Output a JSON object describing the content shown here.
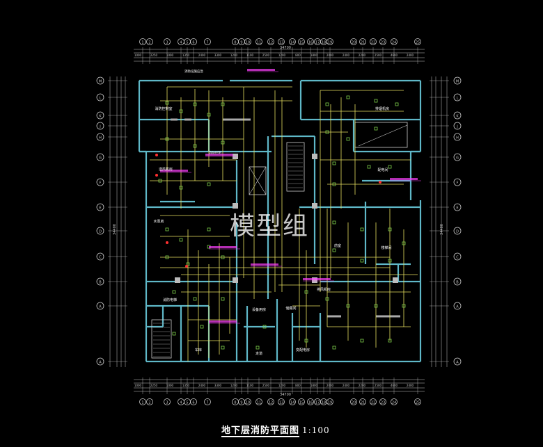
{
  "drawing": {
    "title": "地下层消防平面图",
    "scale": "1:100",
    "watermark": "模型组"
  },
  "axes": {
    "top_labels": [
      "1",
      "2",
      "3",
      "4",
      "5",
      "6",
      "7",
      "8",
      "9",
      "10",
      "11",
      "12",
      "13",
      "14",
      "15",
      "16",
      "17",
      "18",
      "19",
      "20",
      "21",
      "22",
      "23",
      "24",
      "25",
      "26",
      "27"
    ],
    "bottom_labels": [
      "1",
      "2",
      "3",
      "4",
      "5",
      "6",
      "7",
      "8",
      "9",
      "10",
      "11",
      "12",
      "13",
      "14",
      "15",
      "16",
      "17",
      "18",
      "19",
      "20",
      "21",
      "22",
      "23",
      "24",
      "25",
      "26",
      "27"
    ],
    "left_labels": [
      "M",
      "L",
      "K",
      "J",
      "H",
      "G",
      "F",
      "E",
      "D",
      "C",
      "B",
      "A"
    ],
    "right_labels": [
      "M",
      "L",
      "K",
      "J",
      "H",
      "G",
      "F",
      "E",
      "D",
      "C",
      "B",
      "A"
    ],
    "total_dimension": "34700",
    "left_total": "34400",
    "right_total": "34400"
  },
  "room_labels": [
    "消防控制室",
    "排烟机房",
    "送风机房",
    "配电间",
    "水泵房",
    "楼梯间",
    "前室",
    "消防电梯",
    "储藏间",
    "设备用房",
    "车库",
    "走道",
    "变配电房",
    "排风机房"
  ],
  "colors": {
    "wall": "#5fb8c8",
    "pipe": "#e8e060",
    "device": "#7fd04a",
    "text": "#ffffff",
    "magenta": "#ff40ff",
    "red": "#ff3030",
    "dim": "#c8c8c8"
  }
}
